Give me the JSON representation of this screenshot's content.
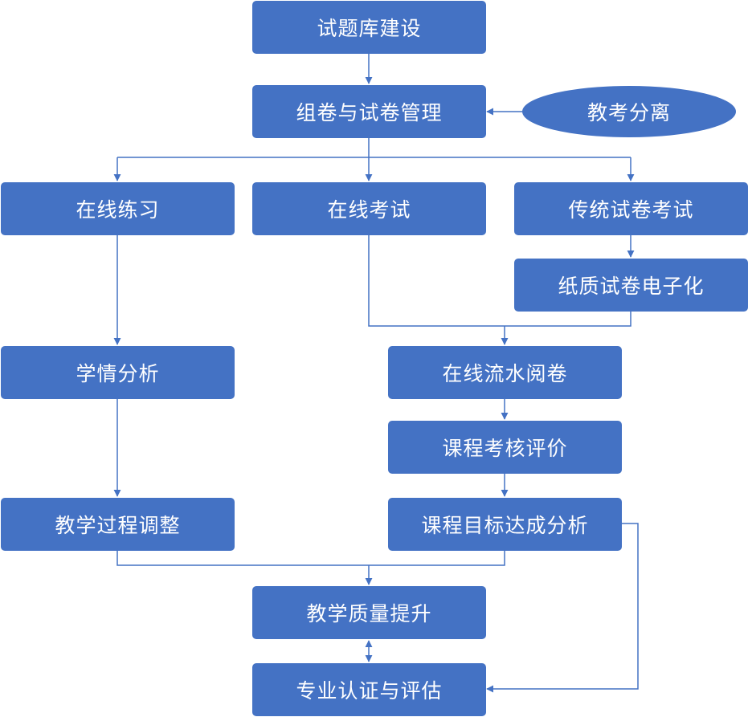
{
  "colors": {
    "node_fill": "#4472C4",
    "connector": "#4472C4",
    "text": "#FFFFFF"
  },
  "nodes": {
    "question_bank": "试题库建设",
    "paper_assembly": "组卷与试卷管理",
    "exam_separation": "教考分离",
    "online_practice": "在线练习",
    "online_exam": "在线考试",
    "paper_exam": "传统试卷考试",
    "digitize_paper": "纸质试卷电子化",
    "learning_analysis": "学情分析",
    "online_grading": "在线流水阅卷",
    "course_evaluation": "课程考核评价",
    "objective_analysis": "课程目标达成分析",
    "teaching_adjustment": "教学过程调整",
    "quality_improvement": "教学质量提升",
    "accreditation": "专业认证与评估"
  }
}
